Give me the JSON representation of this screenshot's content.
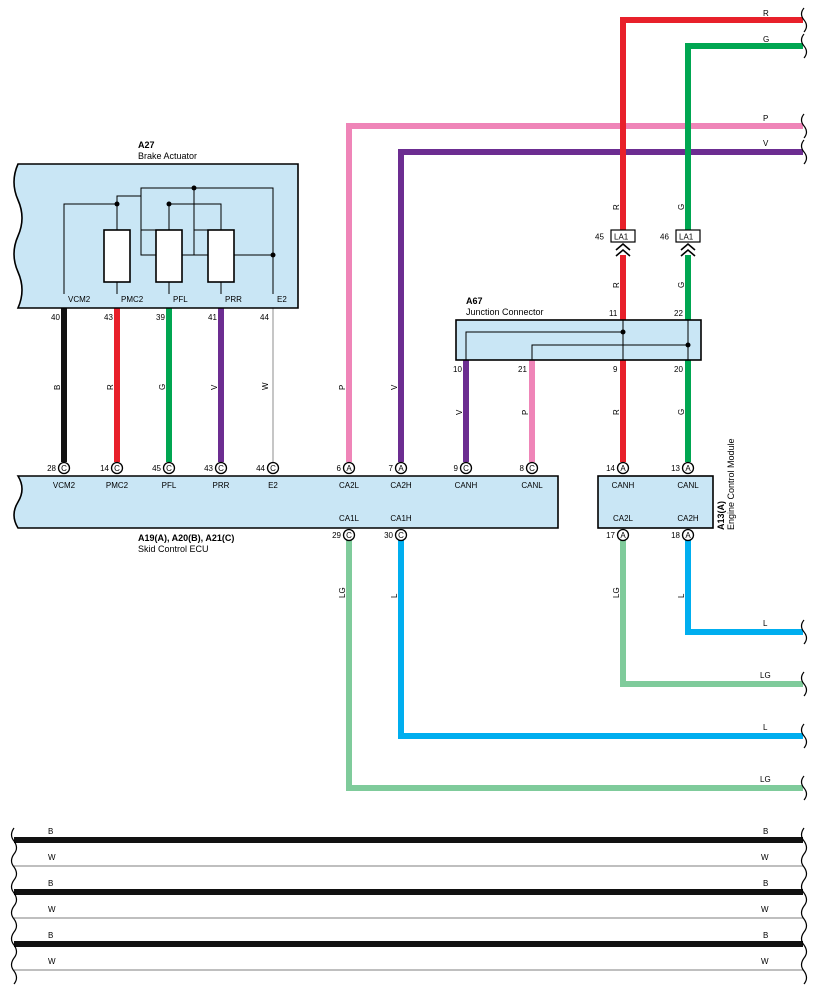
{
  "colors": {
    "box_fill": "#c9e6f5",
    "R": "#e8202a",
    "G": "#00a651",
    "P": "#ef85b8",
    "V": "#6c2d91",
    "B": "#111111",
    "W": "#bbbbbb",
    "L": "#00aeef",
    "LG": "#7fcb9b"
  },
  "components": {
    "a27": {
      "id": "A27",
      "name": "Brake Actuator",
      "pins": [
        {
          "label": "VCM2",
          "num": "40"
        },
        {
          "label": "PMC2",
          "num": "43"
        },
        {
          "label": "PFL",
          "num": "39"
        },
        {
          "label": "PRR",
          "num": "41"
        },
        {
          "label": "E2",
          "num": "44"
        }
      ]
    },
    "a67": {
      "id": "A67",
      "name": "Junction Connector",
      "pins": [
        "10",
        "21",
        "9",
        "20",
        "11",
        "22"
      ]
    },
    "ecu": {
      "id": "A19(A), A20(B), A21(C)",
      "name": "Skid Control ECU",
      "top_pins": [
        {
          "label": "VCM2",
          "num": "28",
          "conn": "C"
        },
        {
          "label": "PMC2",
          "num": "14",
          "conn": "C"
        },
        {
          "label": "PFL",
          "num": "45",
          "conn": "C"
        },
        {
          "label": "PRR",
          "num": "43",
          "conn": "C"
        },
        {
          "label": "E2",
          "num": "44",
          "conn": "C"
        },
        {
          "label": "CA2L",
          "num": "6",
          "conn": "A"
        },
        {
          "label": "CA2H",
          "num": "7",
          "conn": "A"
        },
        {
          "label": "CANH",
          "num": "9",
          "conn": "C"
        },
        {
          "label": "CANL",
          "num": "8",
          "conn": "C"
        }
      ],
      "bottom_pins": [
        {
          "label": "CA1L",
          "num": "29",
          "conn": "C"
        },
        {
          "label": "CA1H",
          "num": "30",
          "conn": "C"
        }
      ]
    },
    "ecm": {
      "id": "A13(A)",
      "name": "Engine Control Module",
      "top_pins": [
        {
          "label": "CANH",
          "num": "14",
          "conn": "A"
        },
        {
          "label": "CANL",
          "num": "13",
          "conn": "A"
        }
      ],
      "bottom_pins": [
        {
          "label": "CA2L",
          "num": "17",
          "conn": "A"
        },
        {
          "label": "CA2H",
          "num": "18",
          "conn": "A"
        }
      ]
    },
    "la1_left": {
      "label": "LA1",
      "num": "45"
    },
    "la1_right": {
      "label": "LA1",
      "num": "46"
    }
  },
  "wire_labels": {
    "w40": "B",
    "w43": "R",
    "w39": "G",
    "w41": "V",
    "w44": "W",
    "w_p": "P",
    "w_v": "V",
    "a67_10": "V",
    "a67_21": "P",
    "a67_9": "R",
    "a67_20": "G",
    "a67_11": "R",
    "a67_22": "G",
    "la1_r_top": "R",
    "la1_g_top": "G",
    "ecm_lg": "LG",
    "ecm_l": "L",
    "ecu_lg": "LG",
    "ecu_l": "L"
  },
  "edge_labels": {
    "r_top": "R",
    "g_top": "G",
    "p": "P",
    "v": "V",
    "l1": "L",
    "lg1": "LG",
    "l2": "L",
    "lg2": "LG"
  },
  "bus_labels": [
    "B",
    "W",
    "B",
    "W",
    "B",
    "W"
  ]
}
